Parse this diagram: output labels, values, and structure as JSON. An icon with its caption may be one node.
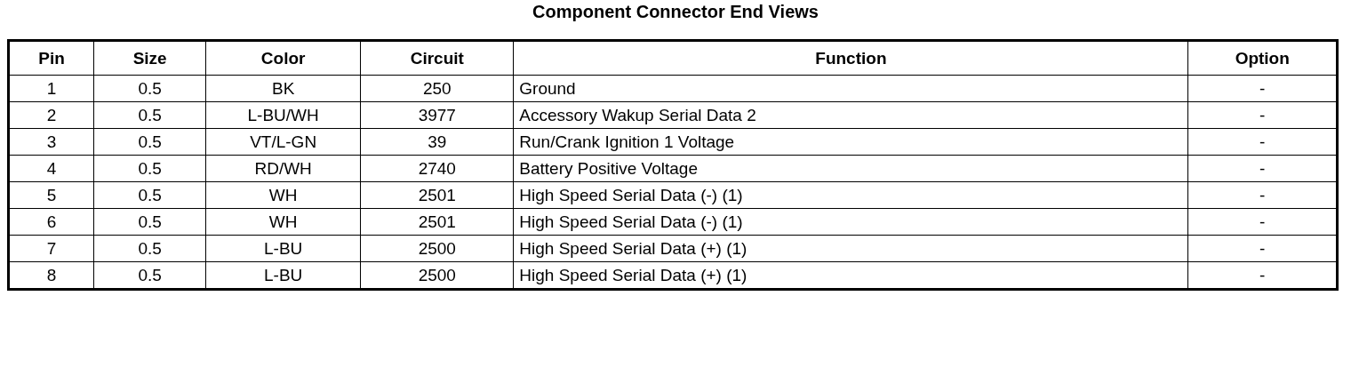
{
  "diagram": {
    "title": "Component Connector End Views",
    "labels": [
      "Pin",
      "Size",
      "Color",
      "Circuit",
      "Function",
      "Option",
      "1",
      "0.5",
      "BK",
      "250",
      "Ground",
      "-",
      "2",
      "0.5",
      "L-BU/WH",
      "3977",
      "Accessory Wakup Serial Data 2",
      "-",
      "3",
      "0.5",
      "VT/L-GN",
      "39",
      "Run/Crank Ignition 1 Voltage",
      "-",
      "4",
      "0.5",
      "RD/WH",
      "2740",
      "Battery Positive Voltage",
      "-",
      "5",
      "0.5",
      "WH",
      "2501",
      "High Speed Serial Data (-) (1)",
      "-",
      "6",
      "0.5",
      "WH",
      "2501",
      "High Speed Serial Data (-) (1)",
      "-",
      "7",
      "0.5",
      "L-BU",
      "2500",
      "High Speed Serial Data (+) (1)",
      "-",
      "8",
      "0.5",
      "L-BU",
      "2500",
      "High Speed Serial Data (+) (1)",
      "-"
    ]
  }
}
